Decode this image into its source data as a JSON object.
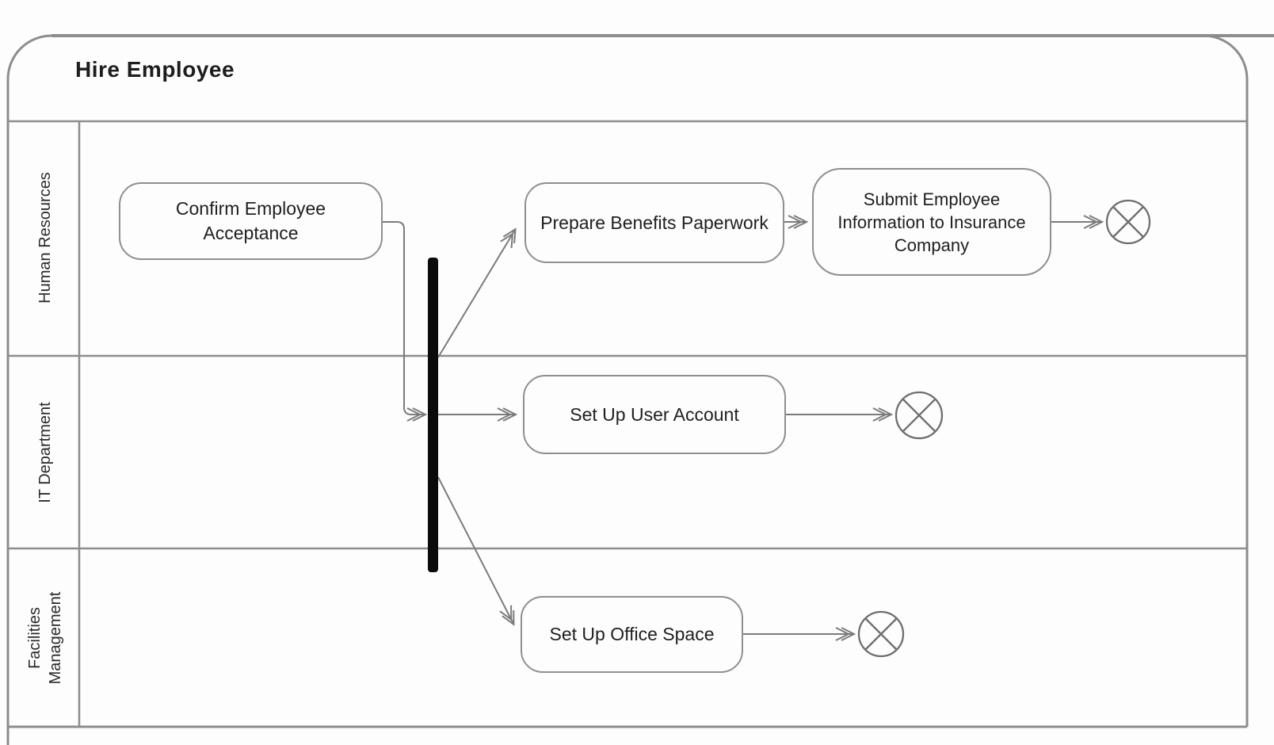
{
  "diagram": {
    "title": "Hire Employee",
    "kind": "activity-diagram-with-swimlanes"
  },
  "lanes": [
    {
      "label": "Human Resources"
    },
    {
      "label": "IT Department"
    },
    {
      "label": "Facilities Management"
    }
  ],
  "nodes": {
    "confirm_acceptance": {
      "label": "Confirm Employee Acceptance",
      "type": "activity",
      "lane": "Human Resources"
    },
    "prepare_benefits": {
      "label": "Prepare Benefits Paperwork",
      "type": "activity",
      "lane": "Human Resources"
    },
    "submit_insurance": {
      "label": "Submit Employee Information to Insurance Company",
      "type": "activity",
      "lane": "Human Resources"
    },
    "setup_user_account": {
      "label": "Set Up User Account",
      "type": "activity",
      "lane": "IT Department"
    },
    "setup_office_space": {
      "label": "Set Up Office Space",
      "type": "activity",
      "lane": "Facilities Management"
    },
    "fork_bar": {
      "type": "fork",
      "icon": "fork-bar"
    },
    "final_hr": {
      "type": "flow-final",
      "icon": "circle-x-icon",
      "lane": "Human Resources"
    },
    "final_it": {
      "type": "flow-final",
      "icon": "circle-x-icon",
      "lane": "IT Department"
    },
    "final_fm": {
      "type": "flow-final",
      "icon": "circle-x-icon",
      "lane": "Facilities Management"
    }
  },
  "edges": [
    {
      "from": "confirm_acceptance",
      "to": "fork_bar"
    },
    {
      "from": "fork_bar",
      "to": "prepare_benefits"
    },
    {
      "from": "fork_bar",
      "to": "setup_user_account"
    },
    {
      "from": "fork_bar",
      "to": "setup_office_space"
    },
    {
      "from": "prepare_benefits",
      "to": "submit_insurance"
    },
    {
      "from": "submit_insurance",
      "to": "final_hr"
    },
    {
      "from": "setup_user_account",
      "to": "final_it"
    },
    {
      "from": "setup_office_space",
      "to": "final_fm"
    }
  ],
  "colors": {
    "frame_line": "#8d8d8d",
    "arrow": "#7b7b7b",
    "fork_bar": "#0b0b0b",
    "text": "#1f1f1f",
    "background": "#fdfdfd"
  }
}
